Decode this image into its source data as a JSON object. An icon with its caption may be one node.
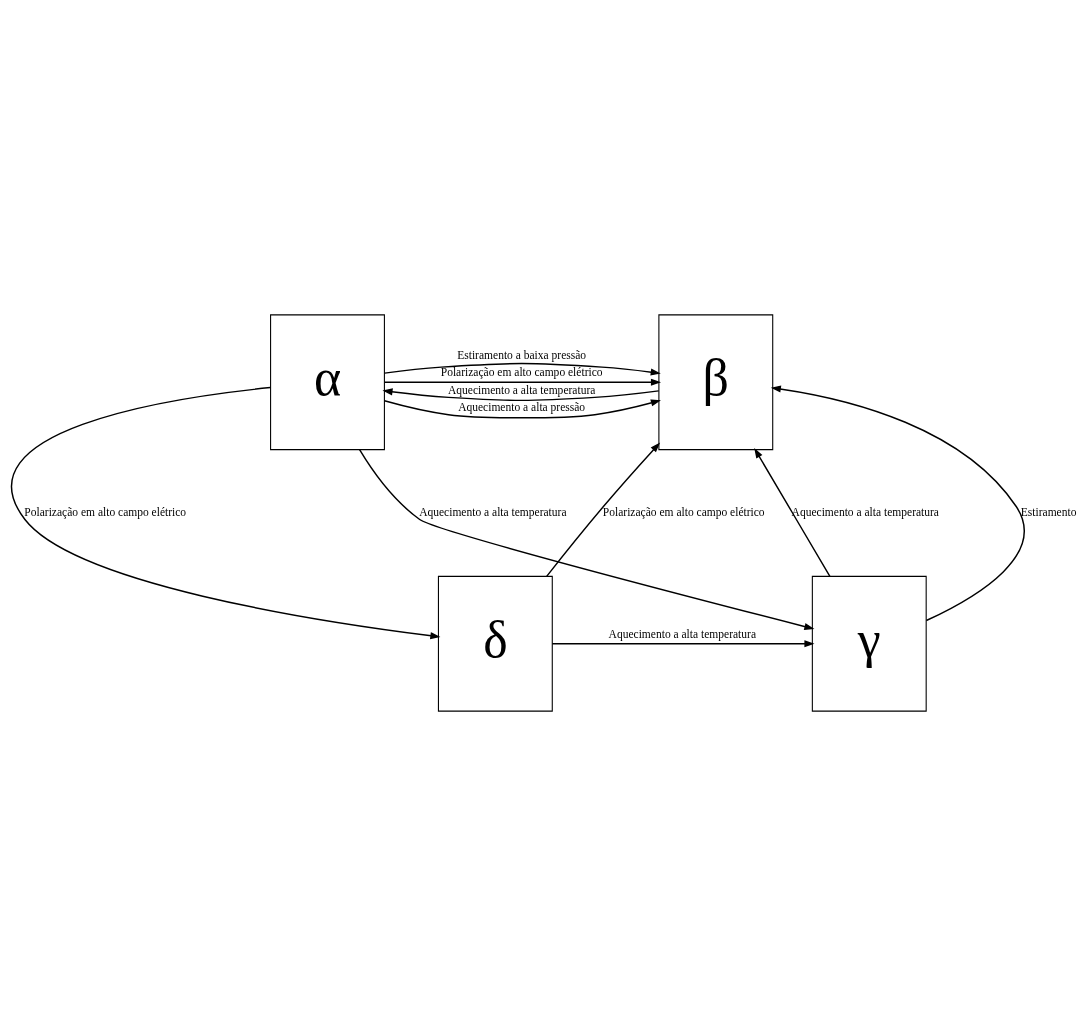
{
  "diagram": {
    "nodes": [
      {
        "text": [
          "α"
        ]
      },
      {
        "text": [
          "β"
        ]
      },
      {
        "text": [
          "γ"
        ]
      },
      {
        "text": [
          "δ"
        ]
      }
    ],
    "edges": [
      {
        "from": 1,
        "to": 0,
        "arrow": "to",
        "label": "Aquecimento a alta temperatura"
      },
      {
        "from": 0,
        "to": 1,
        "arrow": "to",
        "label": "Estiramento a baixa pressão"
      },
      {
        "from": 0,
        "to": 1,
        "arrow": "to",
        "label": "Aquecimento a alta pressão"
      },
      {
        "from": 0,
        "to": 1,
        "arrow": "to",
        "label": "Polarização em alto campo elétrico"
      },
      {
        "from": 0,
        "to": 3,
        "arrow": "to",
        "label": "Polarização em alto campo elétrico"
      },
      {
        "from": 2,
        "to": 1,
        "arrow": "to",
        "label": "Estiramento"
      },
      {
        "from": 2,
        "to": 1,
        "arrow": "to",
        "label": "Aquecimento a alta temperatura"
      },
      {
        "from": 0,
        "to": 2,
        "arrow": "to",
        "label": "Aquecimento a alta temperatura"
      },
      {
        "from": 3,
        "to": 1,
        "arrow": "to",
        "label": "Polarização em alto campo elétrico"
      },
      {
        "from": 3,
        "to": 2,
        "arrow": "to",
        "label": "Aquecimento a alta temperatura"
      }
    ]
  }
}
